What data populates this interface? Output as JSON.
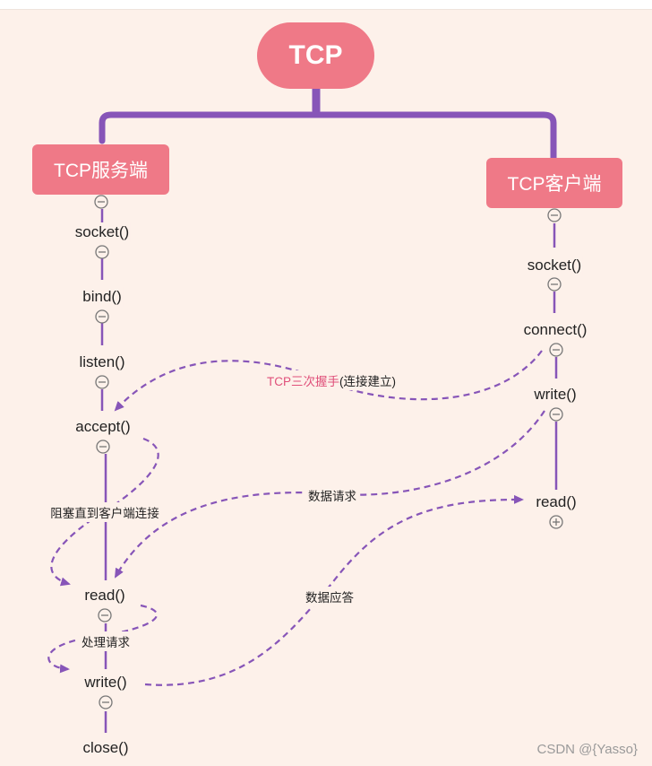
{
  "root": "TCP",
  "server": {
    "title": "TCP服务端",
    "steps": [
      "socket()",
      "bind()",
      "listen()",
      "accept()",
      "read()",
      "write()",
      "close()"
    ]
  },
  "client": {
    "title": "TCP客户端",
    "steps": [
      "socket()",
      "connect()",
      "write()",
      "read()"
    ]
  },
  "edges": {
    "handshake_highlight": "TCP三次握手",
    "handshake_rest": "(连接建立)",
    "block": "阻塞直到客户端连接",
    "request": "数据请求",
    "process": "处理请求",
    "response": "数据应答"
  },
  "watermark": "CSDN @{Yasso}",
  "colors": {
    "accent": "#ef7987",
    "line": "#8755b8",
    "background": "#fdf1ea"
  }
}
